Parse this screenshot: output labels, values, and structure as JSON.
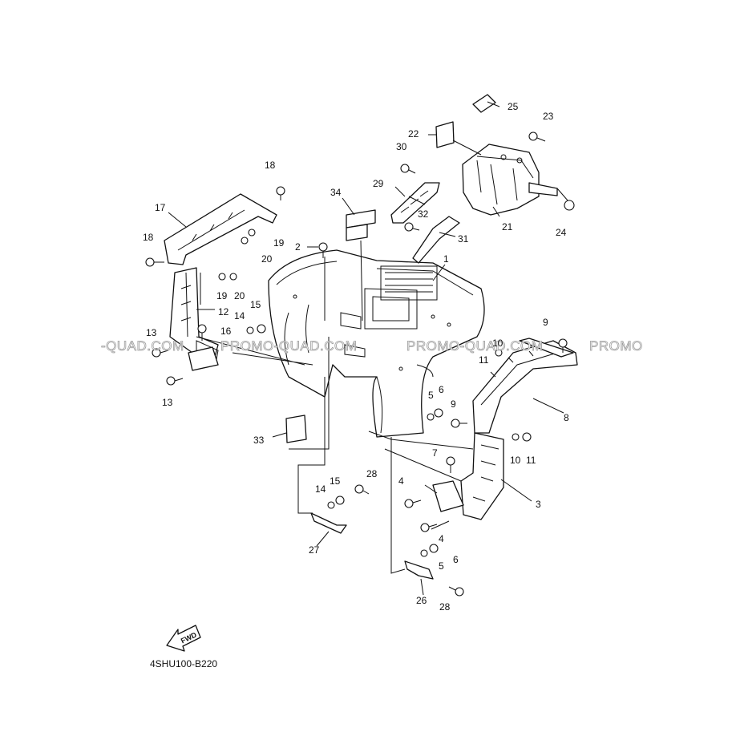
{
  "diagram": {
    "code": "4SHU100-B220",
    "fwd_label": "FWD",
    "watermark": [
      "-QUAD.COM",
      "PROMO-QUAD.COM",
      "PROMO-QUAD.COM",
      "PROMO"
    ]
  },
  "parts": [
    "1",
    "2",
    "3",
    "4",
    "4",
    "5",
    "5",
    "6",
    "6",
    "7",
    "8",
    "9",
    "9",
    "10",
    "10",
    "11",
    "11",
    "12",
    "13",
    "13",
    "14",
    "14",
    "15",
    "15",
    "16",
    "17",
    "18",
    "18",
    "19",
    "19",
    "20",
    "20",
    "21",
    "22",
    "23",
    "24",
    "25",
    "26",
    "27",
    "28",
    "28",
    "29",
    "30",
    "31",
    "32",
    "33",
    "34"
  ]
}
